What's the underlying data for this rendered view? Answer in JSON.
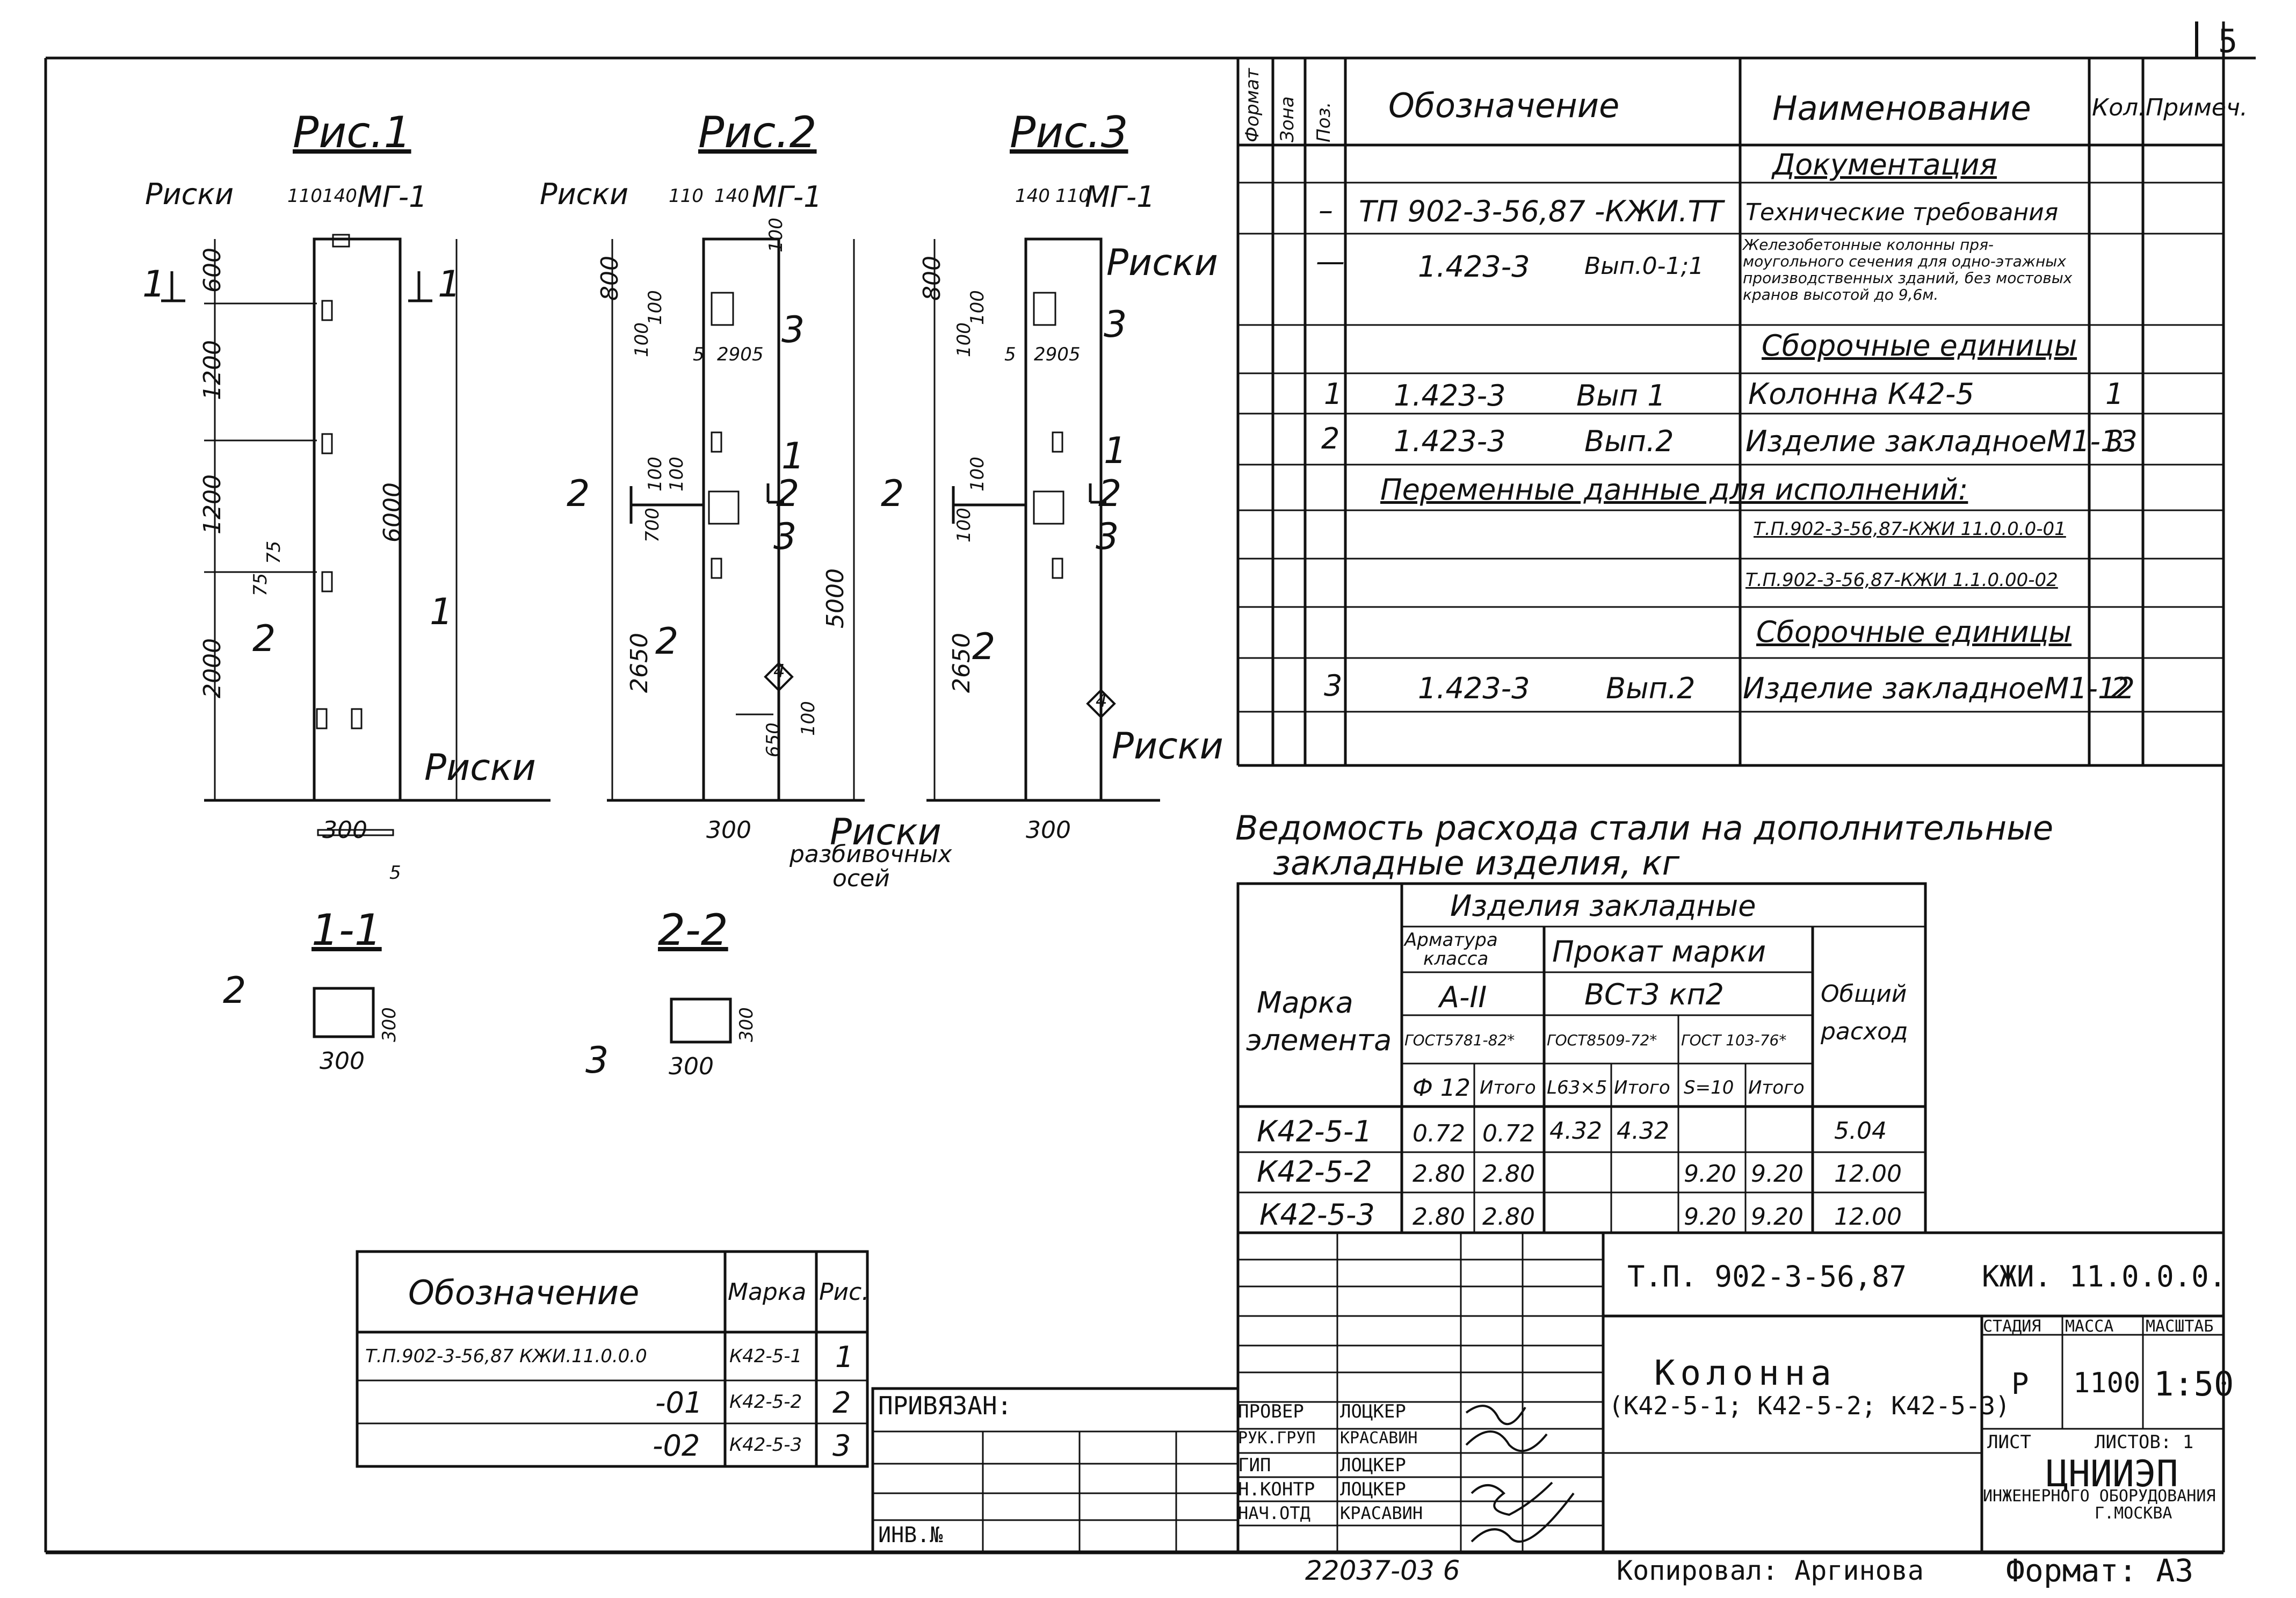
{
  "sheet_number": "5",
  "figures": {
    "fig1": {
      "title": "Рис.1",
      "risks_top": "Риски",
      "dims_top": [
        "110",
        "140"
      ],
      "mark": "МГ-1",
      "section_mark": "1",
      "dims_v": [
        "600",
        "1200",
        "1200",
        "2000"
      ],
      "dim_total": "6000",
      "dims_small": [
        "75",
        "75"
      ],
      "pos1": "1",
      "pos2": "2",
      "risks_bottom": "Риски",
      "width": "300",
      "diamond": "5"
    },
    "fig2": {
      "title": "Рис.2",
      "risks_top": "Риски",
      "dims_top": [
        "110",
        "140"
      ],
      "mark": "МГ-1",
      "dims_v": [
        "800",
        "100",
        "100",
        "100",
        "100",
        "700",
        "2650"
      ],
      "dim_r1": "100",
      "dims_h": [
        "5",
        "290",
        "5"
      ],
      "pos1": "1",
      "pos2": "2",
      "pos3a": "3",
      "pos3b": "3",
      "section_mark": "2",
      "dim_total": "5000",
      "dims_bot": [
        "100",
        "650"
      ],
      "width": "300",
      "diamond": "4",
      "risks_bottom": "Риски",
      "axes_label_1": "разбивочных",
      "axes_label_2": "осей"
    },
    "fig3": {
      "title": "Рис.3",
      "dims_top": [
        "140",
        "110"
      ],
      "mark": "МГ-1",
      "risks_top": "Риски",
      "dims_v": [
        "800",
        "100",
        "100",
        "100",
        "100",
        "2650"
      ],
      "dims_h": [
        "5",
        "290",
        "5"
      ],
      "pos1": "1",
      "pos2": "2",
      "pos3a": "3",
      "pos3b": "3",
      "section_mark": "2",
      "width": "300",
      "diamond": "4",
      "risks_bottom": "Риски"
    },
    "sec11": {
      "title": "1-1",
      "pos": "2",
      "dim_w": "300",
      "dim_h": "300"
    },
    "sec22": {
      "title": "2-2",
      "pos": "3",
      "dim_w": "300",
      "dim_h": "300"
    }
  },
  "spec_table": {
    "headers": {
      "format": "Формат",
      "zone": "Зона",
      "pos": "Поз.",
      "designation": "Обозначение",
      "name": "Наименование",
      "qty": "Кол.",
      "note": "Примеч."
    },
    "rows": [
      {
        "pos": "",
        "designation": "",
        "designation2": "",
        "name": "Документация",
        "qty": "",
        "section": true
      },
      {
        "pos": "–",
        "designation": "ТП 902-3-56,87 -КЖИ.ТТ",
        "designation2": "",
        "name": "Технические требования",
        "qty": ""
      },
      {
        "pos": "—",
        "designation": "1.423-3",
        "designation2": "Вып.0-1;1",
        "name": "Железобетонные колонны пря-моугольного сечения для одно-этажных производственных зданий, без мостовых кранов высотой до 9,6м.",
        "qty": ""
      },
      {
        "pos": "",
        "designation": "",
        "designation2": "",
        "name": "Сборочные единицы",
        "qty": "",
        "section": true
      },
      {
        "pos": "1",
        "designation": "1.423-3",
        "designation2": "Вып 1",
        "name": "Колонна К42-5",
        "qty": "1"
      },
      {
        "pos": "2",
        "designation": "1.423-3",
        "designation2": "Вып.2",
        "name": "Изделие закладноеМ1-13",
        "qty": "3"
      },
      {
        "pos": "",
        "designation": "Переменные данные для исполнений:",
        "designation2": "",
        "name": "",
        "qty": "",
        "variable": true
      },
      {
        "pos": "",
        "designation": "",
        "designation2": "",
        "name": "Т.П.902-3-56,87-КЖИ 11.0.0.0-01",
        "qty": ""
      },
      {
        "pos": "",
        "designation": "",
        "designation2": "",
        "name": "Т.П.902-3-56,87-КЖИ 1.1.0.00-02",
        "qty": ""
      },
      {
        "pos": "",
        "designation": "",
        "designation2": "",
        "name": "Сборочные единицы",
        "qty": "",
        "section": true
      },
      {
        "pos": "3",
        "designation": "1.423-3",
        "designation2": "Вып.2",
        "name": "Изделие закладноеМ1-12",
        "qty": "2"
      }
    ]
  },
  "steel_table": {
    "title_1": "Ведомость расхода стали на дополнительные",
    "title_2": "закладные изделия, кг",
    "h_products": "Изделия закладные",
    "h_mark_1": "Марка",
    "h_mark_2": "элемента",
    "h_rebar_1": "Арматура",
    "h_rebar_2": "класса",
    "h_rebar_class": "А-II",
    "h_rolled": "Прокат марки",
    "h_steel": "ВСт3 кп2",
    "h_total_1": "Общий",
    "h_total_2": "расход",
    "h_gost1": "ГОСТ5781-82*",
    "h_gost2": "ГОСТ8509-72*",
    "h_gost3": "ГОСТ 103-76*",
    "h_sub": [
      "Ф 12",
      "Итого",
      "L63×5",
      "Итого",
      "S=10",
      "Итого"
    ],
    "rows": [
      {
        "mark": "К42-5-1",
        "v": [
          "0.72",
          "0.72",
          "4.32",
          "4.32",
          "",
          ""
        ],
        "total": "5.04"
      },
      {
        "mark": "К42-5-2",
        "v": [
          "2.80",
          "2.80",
          "",
          "",
          "9.20",
          "9.20"
        ],
        "total": "12.00"
      },
      {
        "mark": "К42-5-3",
        "v": [
          "2.80",
          "2.80",
          "",
          "",
          "9.20",
          "9.20"
        ],
        "total": "12.00"
      }
    ]
  },
  "exec_table": {
    "h_designation": "Обозначение",
    "h_mark": "Марка",
    "h_fig": "Рис.",
    "rows": [
      {
        "designation": "Т.П.902-3-56,87 КЖИ.11.0.0.0",
        "mark": "К42-5-1",
        "fig": "1"
      },
      {
        "designation": "-01",
        "mark": "К42-5-2",
        "fig": "2"
      },
      {
        "designation": "-02",
        "mark": "К42-5-3",
        "fig": "3"
      }
    ]
  },
  "binding": {
    "label": "ПРИВЯЗАН:",
    "inv": "ИНВ.№"
  },
  "title_block": {
    "project": "Т.П. 902-3-56,87",
    "code": "КЖИ. 11.0.0.0.",
    "name_1": "Колонна",
    "name_2": "(К42-5-1; К42-5-2; К42-5-3)",
    "h_stage": "СТАДИЯ",
    "h_mass": "МАССА",
    "h_scale": "МАСШТАБ",
    "stage": "Р",
    "mass": "1100",
    "scale": "1:50",
    "sheet": "ЛИСТ",
    "sheets": "ЛИСТОВ: 1",
    "org_1": "ЦНИИЭП",
    "org_2": "ИНЖЕНЕРНОГО ОБОРУДОВАНИЯ",
    "org_3": "Г.МОСКВА",
    "staff": [
      {
        "role": "ПРОВЕР",
        "name": "ЛОЦКЕР"
      },
      {
        "role": "РУК.ГРУП",
        "name": "КРАСАВИН"
      },
      {
        "role": "ГИП",
        "name": "ЛОЦКЕР"
      },
      {
        "role": "Н.КОНТР",
        "name": "ЛОЦКЕР"
      },
      {
        "role": "НАЧ.ОТД",
        "name": "КРАСАВИН"
      }
    ]
  },
  "footer": {
    "doc_no": "22037-03 6",
    "copied": "Копировал: Аргинова",
    "format": "Формат: А3"
  }
}
